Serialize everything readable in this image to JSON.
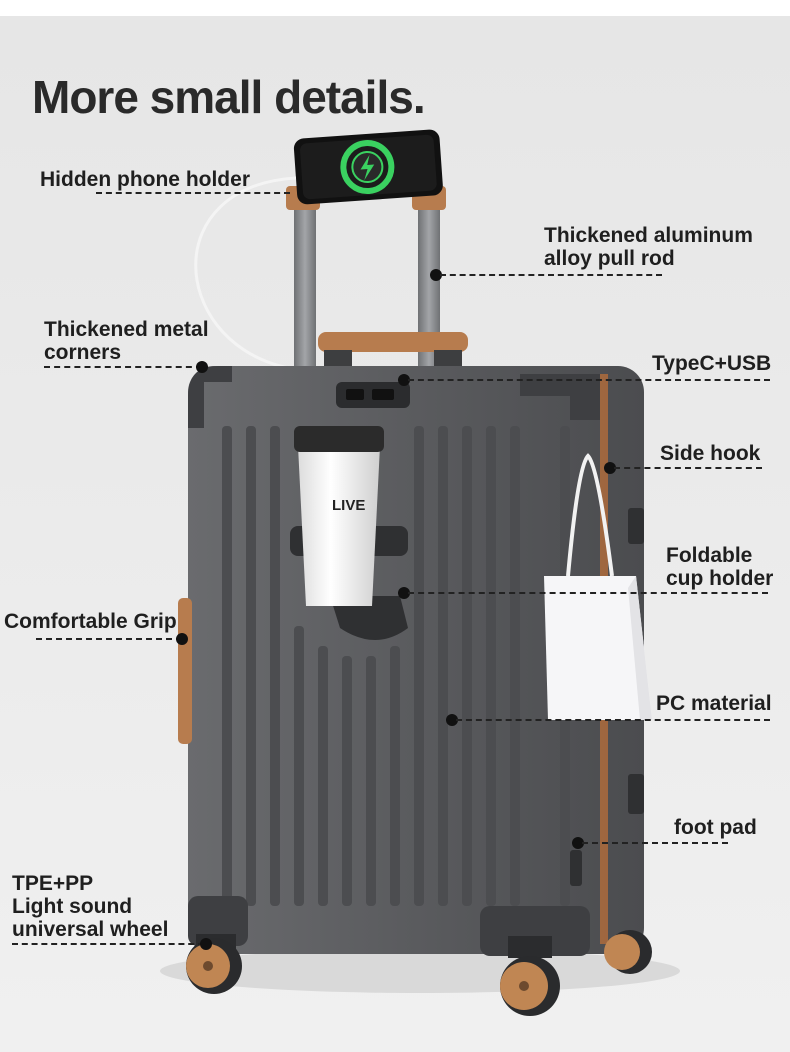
{
  "title": "More small details.",
  "labels": {
    "phone_holder": "Hidden phone holder",
    "pull_rod": [
      "Thickened aluminum",
      "alloy pull rod"
    ],
    "metal_corners": [
      "Thickened metal",
      "corners"
    ],
    "typec_usb": "TypeC+USB",
    "side_hook": "Side hook",
    "cup_holder": [
      "Foldable",
      "cup holder"
    ],
    "grip": "Comfortable Grip",
    "pc_material": "PC material",
    "foot_pad": "foot pad",
    "wheel": [
      "TPE+PP",
      "Light sound",
      "universal wheel"
    ]
  },
  "illustration": {
    "cup_text": "LIVE",
    "colors": {
      "shell": "#5e5f62",
      "shell_dark": "#4a4b4e",
      "accent_leather": "#b77c4e",
      "rod": "#8a8c8f",
      "phone_screen": "#1c1c1c",
      "charge_ring": "#3ad160",
      "bag": "#f6f6f8"
    }
  }
}
